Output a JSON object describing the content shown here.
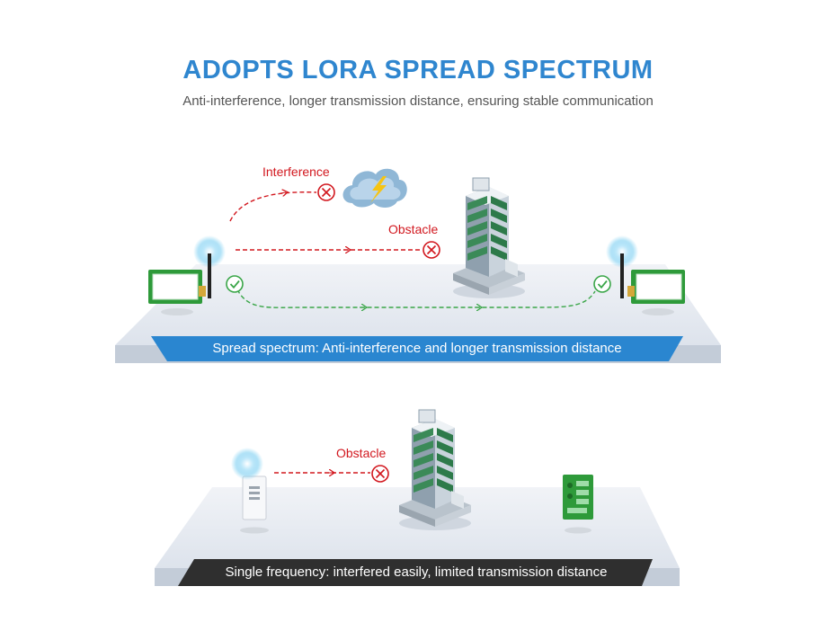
{
  "header": {
    "title": "ADOPTS LORA SPREAD SPECTRUM",
    "subtitle": "Anti-interference, longer transmission distance, ensuring stable communication"
  },
  "spread_scene": {
    "interference_label": "Interference",
    "obstacle_label": "Obstacle",
    "banner_text": "Spread spectrum: Anti-interference and longer transmission distance",
    "banner_color": "#2a86d0"
  },
  "single_scene": {
    "obstacle_label": "Obstacle",
    "banner_text": "Single frequency: interfered easily, limited transmission distance",
    "banner_color": "#2f2f2f"
  },
  "colors": {
    "title": "#2f86cf",
    "blocked_path": "#d2181f",
    "success_path": "#3aa648",
    "module_green": "#2e9a3a",
    "signal_glow": "#5fc3ee"
  }
}
